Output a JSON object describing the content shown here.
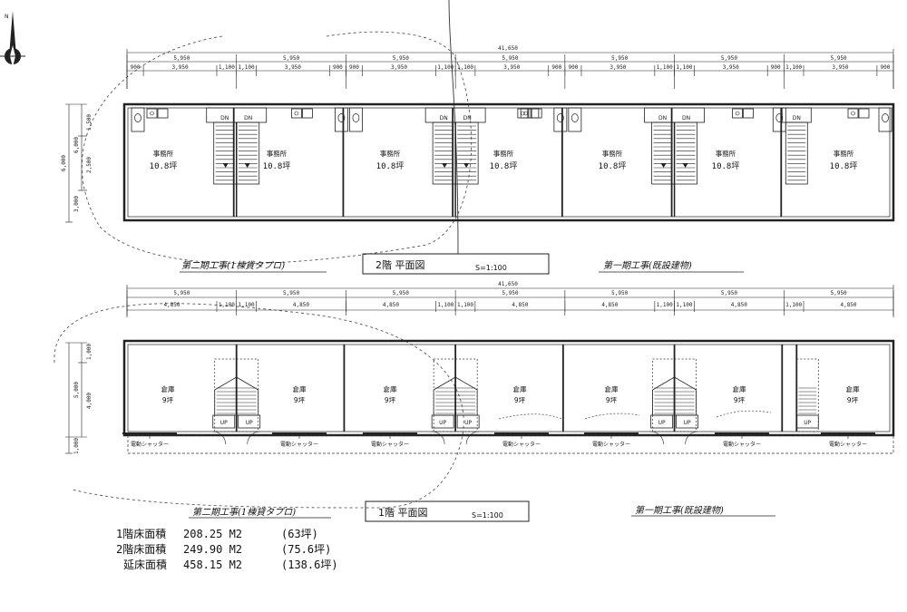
{
  "north_label": "N",
  "dims_top": {
    "overall": "41,650",
    "bays": [
      "5,950",
      "5,950",
      "5,950",
      "5,950",
      "5,950",
      "5,950",
      "5,950"
    ],
    "subs": [
      "900",
      "3,950",
      "1,100",
      "1,100",
      "3,950",
      "900",
      "900",
      "3,950",
      "1,100",
      "1,100",
      "3,950",
      "900",
      "900",
      "3,950",
      "1,100",
      "1,100",
      "3,950",
      "900",
      "1,100",
      "3,950",
      "900"
    ]
  },
  "dims_upper_left": [
    "1,500",
    "2,500",
    "6,000",
    "3,000",
    "6,000"
  ],
  "dims_bottom": {
    "overall": "41,650",
    "bays": [
      "5,950",
      "5,950",
      "5,950",
      "5,950",
      "5,950",
      "5,950",
      "5,950"
    ],
    "subs": [
      "4,850",
      "1,100",
      "1,100",
      "4,850",
      "4,850",
      "1,100",
      "1,100",
      "4,850",
      "4,850",
      "1,100",
      "1,100",
      "4,850",
      "1,100",
      "4,850"
    ]
  },
  "dims_lower_left": [
    "1,000",
    "4,000",
    "5,000",
    "1,000"
  ],
  "office_label": "事務所",
  "office_area": "10.8坪",
  "dn_label": "DN",
  "up_label": "UP",
  "warehouse_label": "倉庫",
  "warehouse_area": "9坪",
  "shutter_label": "電動シャッター",
  "upper_plan": {
    "title": "2階 平面図",
    "scale": "S=1:100",
    "note_left": "第二期工事(1棟貸タプロ)",
    "note_right": "第一期工事(既設建物)"
  },
  "lower_plan": {
    "title": "1階 平面図",
    "scale": "S=1:100",
    "note_left": "第二期工事(1棟貸タプロ)",
    "note_right": "第一期工事(既設建物)"
  },
  "areas": [
    {
      "label": "1階床面積",
      "value": "208.25 M2",
      "tsubo": "(63坪)"
    },
    {
      "label": "2階床面積",
      "value": "249.90 M2",
      "tsubo": "(75.6坪)"
    },
    {
      "label": "延床面積",
      "value": "458.15 M2",
      "tsubo": "(138.6坪)"
    }
  ]
}
